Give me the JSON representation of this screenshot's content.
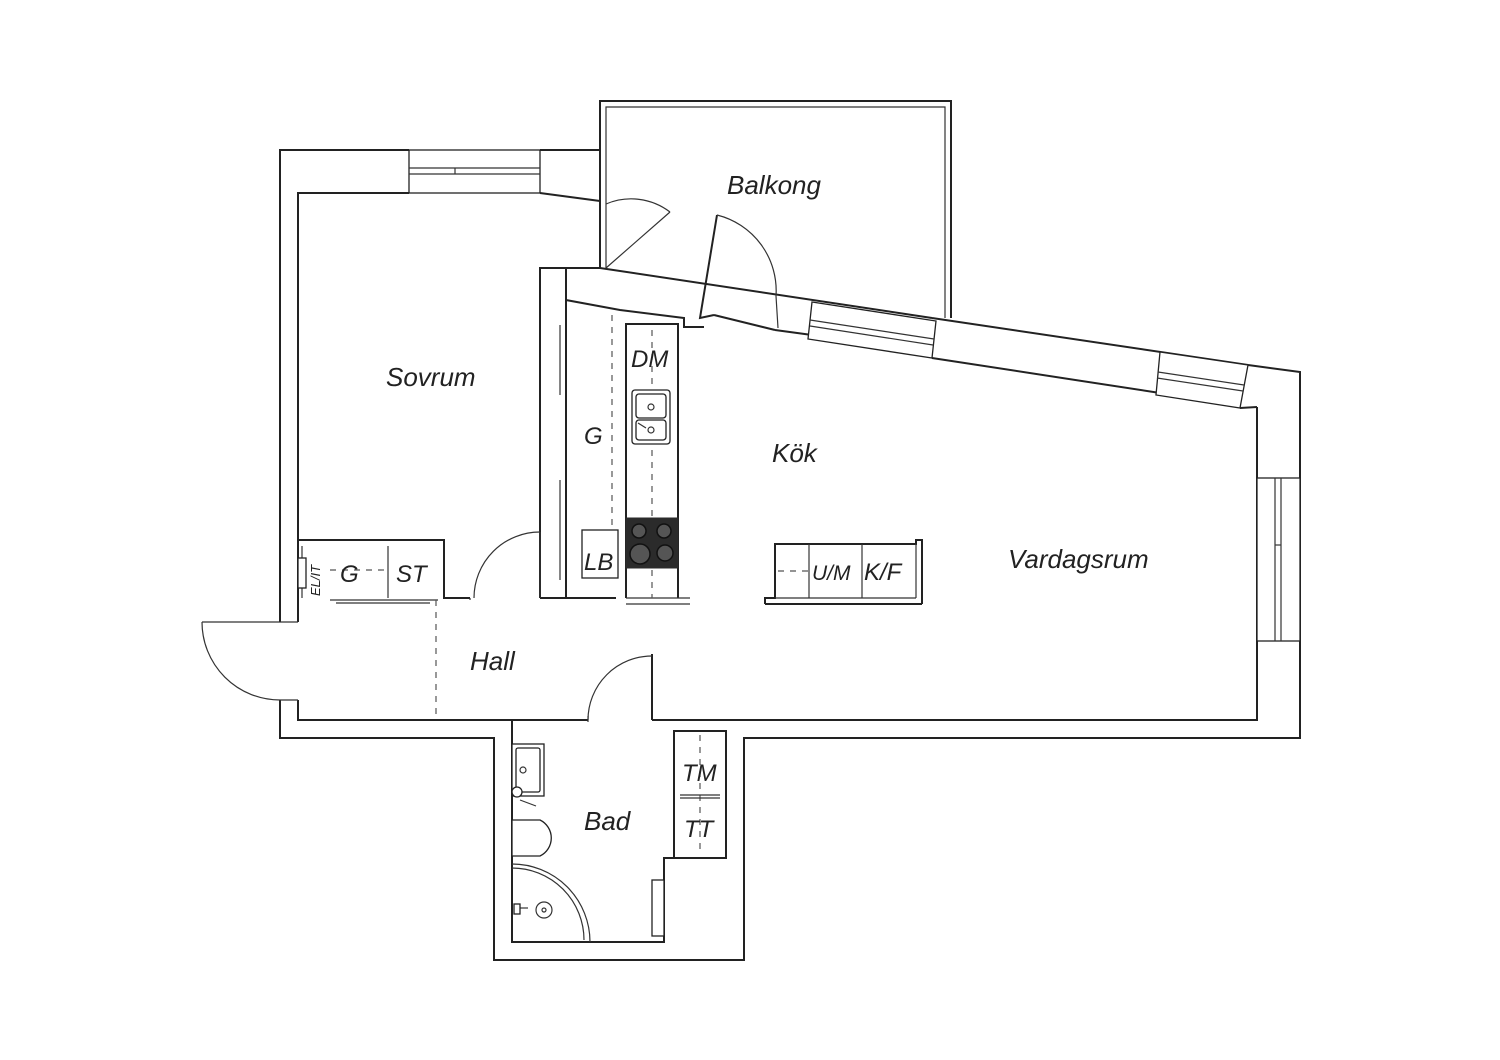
{
  "plan": {
    "rooms": {
      "balkong": "Balkong",
      "sovrum": "Sovrum",
      "kok": "Kök",
      "vardagsrum": "Vardagsrum",
      "hall": "Hall",
      "bad": "Bad"
    },
    "fixtures": {
      "dm": "DM",
      "g_kitchen": "G",
      "lb": "LB",
      "g_hall": "G",
      "st": "ST",
      "elit": "EL/IT",
      "um": "U/M",
      "kf": "K/F",
      "tm": "TM",
      "tt": "TT"
    }
  }
}
